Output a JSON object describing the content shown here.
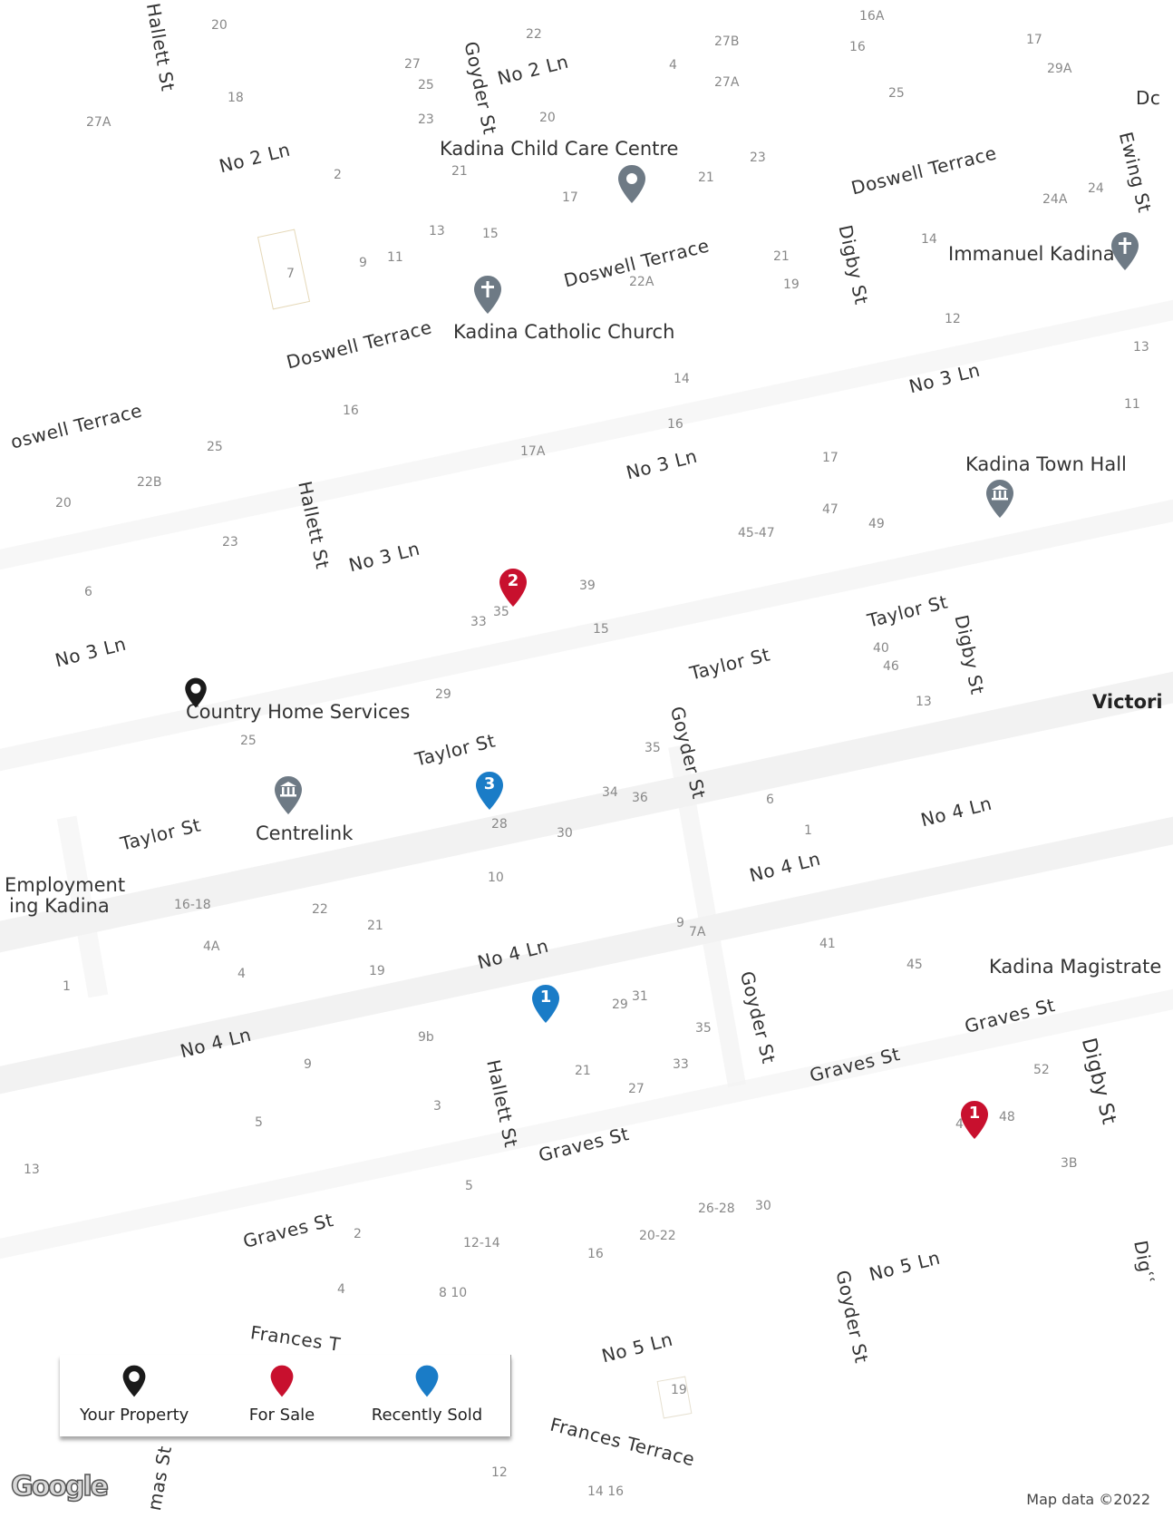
{
  "streets": [
    {
      "id": "hallett-st-top",
      "text": "Hallett St"
    },
    {
      "id": "goyder-st-top",
      "text": "Goyder St"
    },
    {
      "id": "no2-ln-top",
      "text": "No 2 Ln"
    },
    {
      "id": "no2-ln-left",
      "text": "No 2 Ln"
    },
    {
      "id": "doswell-terrace-right",
      "text": "Doswell Terrace"
    },
    {
      "id": "ewing-st",
      "text": "Ewing St"
    },
    {
      "id": "doswell-terrace-mid",
      "text": "Doswell Terrace"
    },
    {
      "id": "digby-st-top",
      "text": "Digby St"
    },
    {
      "id": "doswell-terrace-left",
      "text": "Doswell Terrace"
    },
    {
      "id": "oswell-terrace-far-left",
      "text": "oswell Terrace"
    },
    {
      "id": "no3-ln-right",
      "text": "No 3 Ln"
    },
    {
      "id": "no3-ln-mid",
      "text": "No 3 Ln"
    },
    {
      "id": "hallett-st-mid",
      "text": "Hallett St"
    },
    {
      "id": "no3-ln-left",
      "text": "No 3 Ln"
    },
    {
      "id": "no3-ln-far-left",
      "text": "No 3 Ln"
    },
    {
      "id": "taylor-st-right",
      "text": "Taylor St"
    },
    {
      "id": "digby-st-mid",
      "text": "Digby St"
    },
    {
      "id": "taylor-st-mid",
      "text": "Taylor St"
    },
    {
      "id": "taylor-st-center",
      "text": "Taylor St"
    },
    {
      "id": "goyder-st-mid",
      "text": "Goyder St"
    },
    {
      "id": "taylor-st-left",
      "text": "Taylor St"
    },
    {
      "id": "no4-ln-right",
      "text": "No 4 Ln"
    },
    {
      "id": "no4-ln-mid",
      "text": "No 4 Ln"
    },
    {
      "id": "no4-ln-center",
      "text": "No 4 Ln"
    },
    {
      "id": "no4-ln-left",
      "text": "No 4 Ln"
    },
    {
      "id": "goyder-st-lower",
      "text": "Goyder St"
    },
    {
      "id": "graves-st-right",
      "text": "Graves St"
    },
    {
      "id": "graves-st-mid",
      "text": "Graves St"
    },
    {
      "id": "digby-st-lower",
      "text": "Digby St"
    },
    {
      "id": "hallett-st-lower",
      "text": "Hallett St"
    },
    {
      "id": "graves-st-center",
      "text": "Graves St"
    },
    {
      "id": "graves-st-left",
      "text": "Graves St"
    },
    {
      "id": "no5-ln-right",
      "text": "No 5 Ln"
    },
    {
      "id": "goyder-st-bottom",
      "text": "Goyder St"
    },
    {
      "id": "digby-st-bottom",
      "text": "Digʿʿ"
    },
    {
      "id": "frances-terrace-left",
      "text": "Frances T"
    },
    {
      "id": "no5-ln-mid",
      "text": "No 5 Ln"
    },
    {
      "id": "frances-terrace",
      "text": "Frances Terrace"
    },
    {
      "id": "thomas-st",
      "text": "mas St"
    },
    {
      "id": "dc-right",
      "text": "Dc"
    }
  ],
  "house_numbers": [
    "20",
    "22",
    "16A",
    "27B",
    "16",
    "17",
    "29A",
    "27",
    "25",
    "4",
    "27A",
    "25",
    "18",
    "23",
    "20",
    "27A",
    "2",
    "21",
    "17",
    "21",
    "23",
    "24A",
    "24",
    "13",
    "15",
    "7",
    "9",
    "11",
    "22A",
    "21",
    "19",
    "14",
    "12",
    "13",
    "16",
    "14",
    "25",
    "17A",
    "16",
    "11",
    "22B",
    "20",
    "23",
    "17",
    "47",
    "49",
    "45-47",
    "6",
    "39",
    "33",
    "35",
    "15",
    "40",
    "46",
    "29",
    "13",
    "25",
    "35",
    "34",
    "36",
    "6",
    "28",
    "30",
    "1",
    "10",
    "16-18",
    "22",
    "4A",
    "21",
    "4",
    "19",
    "9",
    "7A",
    "41",
    "45",
    "1",
    "29",
    "31",
    "35",
    "9b",
    "9",
    "21",
    "33",
    "52",
    "27",
    "3",
    "5",
    "48",
    "4",
    "3B",
    "13",
    "5",
    "30",
    "26-28",
    "2",
    "12-14",
    "20-22",
    "16",
    "4",
    "8 10",
    "19",
    "12",
    "14 16"
  ],
  "pois": {
    "child_care": "Kadina Child Care Centre",
    "catholic_church": "Kadina Catholic Church",
    "immanuel": "Immanuel Kadina",
    "town_hall": "Kadina Town Hall",
    "country_home": "Country Home Services",
    "centrelink": "Centrelink",
    "employment_line1": "Employment",
    "employment_line2": "ing Kadina",
    "magistrate": "Kadina Magistrate",
    "victoria": "Victori"
  },
  "markers": {
    "for_sale_2": "2",
    "recently_sold_3": "3",
    "recently_sold_1": "1",
    "for_sale_1": "1"
  },
  "legend": {
    "your_property": "Your Property",
    "for_sale": "For Sale",
    "recently_sold": "Recently Sold"
  },
  "colors": {
    "your_property": "#1a1a1a",
    "for_sale": "#c8102e",
    "recently_sold": "#1a7cc7",
    "poi_pin": "#6e7a85"
  },
  "branding": {
    "logo_text": "Google",
    "attribution": "Map data ©2022"
  }
}
